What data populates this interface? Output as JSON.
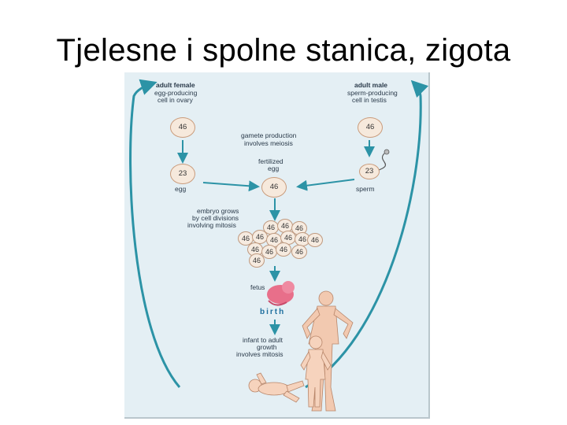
{
  "title": "Tjelesne i spolne stanica, zigota",
  "diagram": {
    "female": {
      "title": "adult female",
      "line1": "egg-producing",
      "line2": "cell in ovary",
      "cell_value": "46",
      "egg_value": "23",
      "egg_label": "egg"
    },
    "male": {
      "title": "adult male",
      "line1": "sperm-producing",
      "line2": "cell in testis",
      "cell_value": "46",
      "sperm_value": "23",
      "sperm_label": "sperm"
    },
    "gamete": {
      "line1": "gamete production",
      "line2": "involves meiosis"
    },
    "fertilized": {
      "line1": "fertilized",
      "line2": "egg",
      "value": "46"
    },
    "embryo": {
      "line1": "embryo grows",
      "line2": "by cell divisions",
      "line3": "involving mitosis"
    },
    "cluster": [
      "46",
      "46",
      "46",
      "46",
      "46",
      "46",
      "46",
      "46",
      "46",
      "46",
      "46",
      "46",
      "46",
      "46"
    ],
    "fetus_label": "fetus",
    "birth_label": "birth",
    "growth": {
      "line1": "infant to adult",
      "line2": "growth",
      "line3": "involves mitosis"
    },
    "colors": {
      "arrow": "#2c93a6",
      "panel": "#e4eff4",
      "cell_fill": "#f6e9dc",
      "cell_stroke": "#c99b7b",
      "skin": "#f2c9b0",
      "fetus": "#e86f8a"
    }
  }
}
